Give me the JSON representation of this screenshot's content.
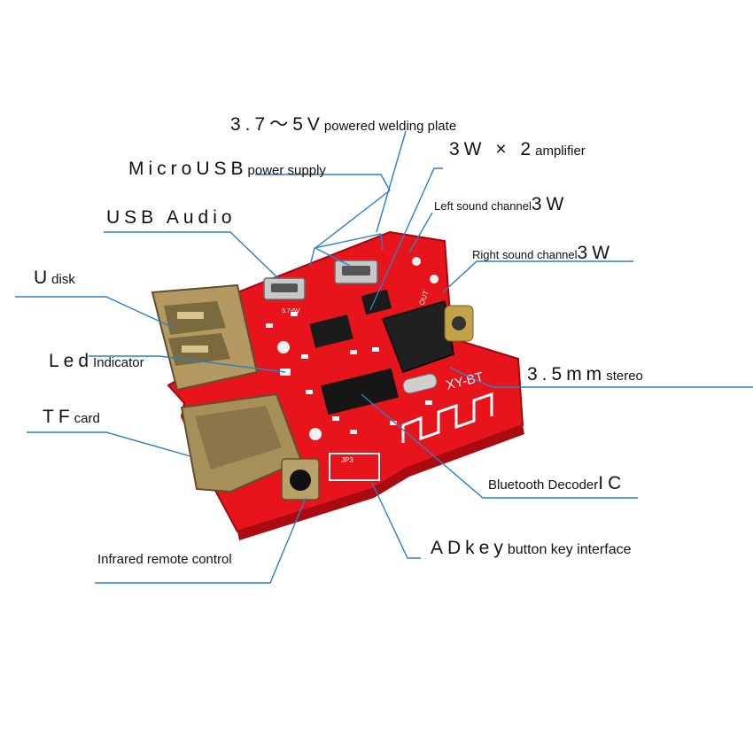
{
  "colors": {
    "line": "#2f7fc3",
    "pcb": "#e8141c",
    "pcb_dark": "#b30d12",
    "metal": "#a78f5a",
    "metal_dark": "#6a5a35",
    "chip": "#1b1b1b",
    "silk": "#ffffff"
  },
  "board": {
    "silk_model": "XY-BT",
    "silk_jp": "JP3",
    "silk_out": "OUT",
    "silk_pwr": "3.7-5V"
  },
  "labels": {
    "power_plate_big": "3.7～5V",
    "power_plate_small": "powered welding plate",
    "amp_big": "3W × 2",
    "amp_small": "amplifier",
    "microusb_big": "MicroUSB",
    "microusb_small": "power supply",
    "left_small": "Left sound channel",
    "left_big": "3W",
    "usb_audio": "USB Audio",
    "right_small": "Right sound channel",
    "right_big": "3W",
    "udisk_big": "U",
    "udisk_small": "disk",
    "led_big": "Led",
    "led_small": "Indicator",
    "stereo_big": "3.5mm",
    "stereo_small": "stereo",
    "tf_big": "TF",
    "tf_small": "card",
    "bt_small": "Bluetooth Decoder",
    "bt_big": "IC",
    "adkey_big": "ADkey",
    "adkey_small": "button key interface",
    "ir": "Infrared remote control"
  }
}
